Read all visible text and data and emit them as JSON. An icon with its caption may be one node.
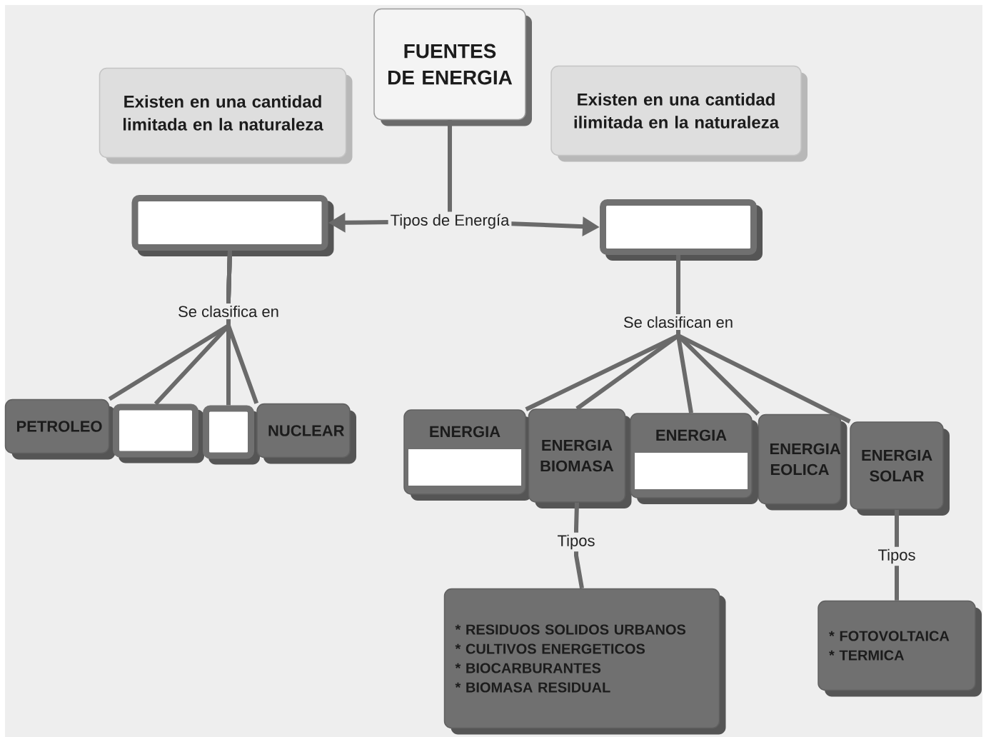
{
  "diagram": {
    "nodes": [
      {
        "text": [
          "FUENTES DE ENERGIA"
        ]
      },
      {
        "text": [
          "Existen en una cantidad limitada en la naturaleza"
        ]
      },
      {
        "text": [
          "Existen en una cantidad ilimitada en la naturaleza"
        ]
      },
      {
        "text": [],
        "shape": "box"
      },
      {
        "text": [],
        "shape": "box"
      },
      {
        "text": [
          "PETROLEO"
        ]
      },
      {
        "text": [],
        "shape": "box"
      },
      {
        "text": [],
        "shape": "box"
      },
      {
        "text": [
          "NUCLEAR"
        ]
      },
      {
        "text": [
          "ENERGIA"
        ]
      },
      {
        "text": [
          "ENERGIA BIOMASA"
        ]
      },
      {
        "text": [
          "ENERGIA"
        ]
      },
      {
        "text": [
          "ENERGIA EOLICA"
        ]
      },
      {
        "text": [
          "ENERGIA SOLAR"
        ]
      },
      {
        "text": [
          "* RESIDUOS SOLIDOS URBANOS",
          "* CULTIVOS ENERGETICOS",
          "* BIOCARBURANTES",
          "* BIOMASA RESIDUAL"
        ]
      },
      {
        "text": [
          "* FOTOVOLTAICA",
          "* TERMICA"
        ]
      }
    ],
    "edges": [
      {
        "from": 0,
        "to": 3,
        "arrow": "to",
        "label": "Tipos de Energía"
      },
      {
        "from": 0,
        "to": 4,
        "arrow": "to"
      },
      {
        "from": 3,
        "to": 5,
        "arrow": "none",
        "label": "Se clasifica en"
      },
      {
        "from": 3,
        "to": 6,
        "arrow": "none"
      },
      {
        "from": 3,
        "to": 7,
        "arrow": "none"
      },
      {
        "from": 3,
        "to": 8,
        "arrow": "none"
      },
      {
        "from": 4,
        "to": 9,
        "arrow": "none",
        "label": "Se clasifican en"
      },
      {
        "from": 4,
        "to": 10,
        "arrow": "none"
      },
      {
        "from": 4,
        "to": 11,
        "arrow": "none"
      },
      {
        "from": 4,
        "to": 12,
        "arrow": "none"
      },
      {
        "from": 4,
        "to": 13,
        "arrow": "none"
      },
      {
        "from": 10,
        "to": 14,
        "arrow": "none",
        "label": "Tipos"
      },
      {
        "from": 13,
        "to": 15,
        "arrow": "none",
        "label": "Tipos"
      }
    ]
  }
}
